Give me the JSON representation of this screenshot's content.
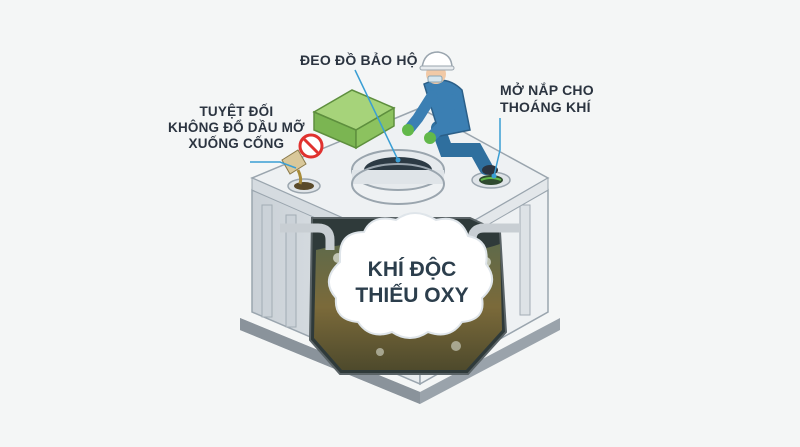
{
  "callouts": {
    "protective_gear": "ĐEO ĐỒ BẢO HỘ",
    "open_lid": [
      "MỞ NẮP CHO",
      "THOÁNG KHÍ"
    ],
    "no_grease": [
      "TUYỆT ĐỐI",
      "KHÔNG ĐỔ DẦU MỠ",
      "XUỐNG CỐNG"
    ]
  },
  "hazard_cloud": [
    "KHÍ ĐỘC",
    "THIẾU OXY"
  ],
  "icons": {
    "prohibited": "no-entry-sign-icon",
    "worker": "worker-in-ppe-icon",
    "tank": "septic-tank-icon",
    "green_box": "supply-box-icon"
  },
  "colors": {
    "background": "#f4f6f6",
    "tank_body": "#dfe4e8",
    "sludge": "#7b6a3a",
    "gas_cloud": "#ffffff",
    "worker_uniform": "#3b7fb3",
    "glove": "#62b84a",
    "prohibited_red": "#e0322f",
    "callout_line": "#3a9ed4"
  }
}
